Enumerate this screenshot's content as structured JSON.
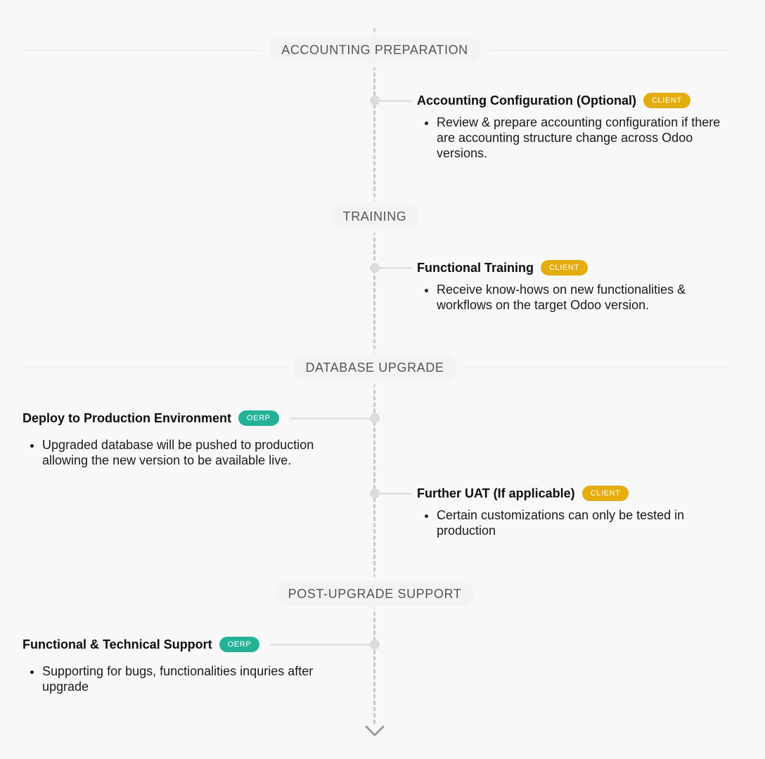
{
  "sections": [
    {
      "label": "ACCOUNTING PREPARATION"
    },
    {
      "label": "TRAINING"
    },
    {
      "label": "DATABASE UPGRADE"
    },
    {
      "label": "POST-UPGRADE SUPPORT"
    }
  ],
  "items": [
    {
      "title": "Accounting Configuration (Optional)",
      "badge": "CLIENT",
      "owner": "client",
      "side": "right",
      "bullet": "Review & prepare accounting configuration if there are accounting structure change across Odoo versions."
    },
    {
      "title": "Functional Training",
      "badge": "CLIENT",
      "owner": "client",
      "side": "right",
      "bullet": "Receive know-hows on new functionalities & workflows on the target Odoo version."
    },
    {
      "title": "Deploy to Production Environment",
      "badge": "OERP",
      "owner": "oerp",
      "side": "left",
      "bullet": "Upgraded database will be pushed to production allowing the new version to be available live."
    },
    {
      "title": "Further UAT (If applicable)",
      "badge": "CLIENT",
      "owner": "client",
      "side": "right",
      "bullet": "Certain customizations can only be tested in production"
    },
    {
      "title": "Functional & Technical Support",
      "badge": "OERP",
      "owner": "oerp",
      "side": "left",
      "bullet": "Supporting for bugs, functionalities inquries after upgrade"
    }
  ],
  "colors": {
    "client_badge": "#e4ac0d",
    "oerp_badge": "#25b196",
    "spine": "#c9c9c9"
  }
}
